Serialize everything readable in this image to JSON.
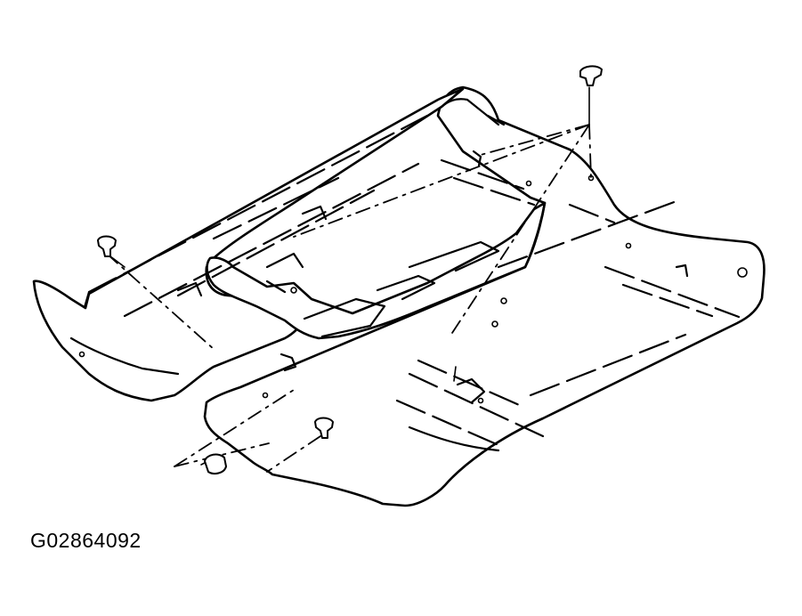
{
  "figure": {
    "code": "G02864092"
  },
  "parts": [
    {
      "id": "floor-carpet",
      "icon": "floor-carpet-drawing"
    },
    {
      "id": "clip-rear-top",
      "icon": "push-clip-icon"
    },
    {
      "id": "clip-left",
      "icon": "push-clip-icon"
    },
    {
      "id": "clip-front",
      "icon": "push-clip-icon"
    },
    {
      "id": "clip-front-round",
      "icon": "round-clip-icon"
    }
  ]
}
